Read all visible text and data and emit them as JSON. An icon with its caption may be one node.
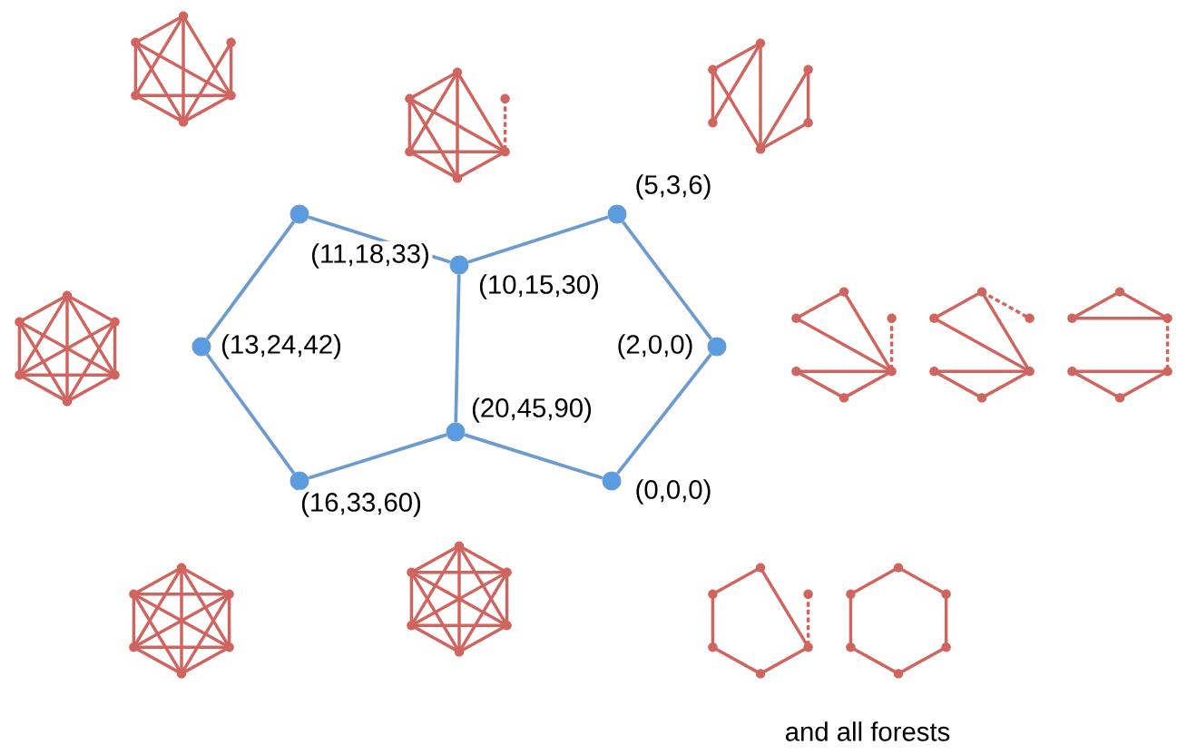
{
  "diagram": {
    "nodes": [
      {
        "text": [],
        "shape": "circle",
        "beside": [
          "(11,18,33)"
        ]
      },
      {
        "text": [],
        "shape": "circle",
        "beside": [
          "(10,15,30)"
        ]
      },
      {
        "text": [],
        "shape": "circle",
        "beside": [
          "(5,3,6)"
        ]
      },
      {
        "text": [],
        "shape": "circle",
        "beside": [
          "(13,24,42)"
        ]
      },
      {
        "text": [],
        "shape": "circle",
        "beside": [
          "(2,0,0)"
        ]
      },
      {
        "text": [],
        "shape": "circle",
        "beside": [
          "(20,45,90)"
        ]
      },
      {
        "text": [],
        "shape": "circle",
        "beside": [
          "(16,33,60)"
        ]
      },
      {
        "text": [],
        "shape": "circle",
        "beside": [
          "(0,0,0)"
        ]
      }
    ],
    "edges": [
      {
        "from": 0,
        "to": 1,
        "arrow": "none"
      },
      {
        "from": 1,
        "to": 2,
        "arrow": "none"
      },
      {
        "from": 2,
        "to": 4,
        "arrow": "none"
      },
      {
        "from": 4,
        "to": 7,
        "arrow": "none"
      },
      {
        "from": 7,
        "to": 5,
        "arrow": "none"
      },
      {
        "from": 5,
        "to": 6,
        "arrow": "none"
      },
      {
        "from": 6,
        "to": 3,
        "arrow": "none"
      },
      {
        "from": 3,
        "to": 0,
        "arrow": "none"
      },
      {
        "from": 1,
        "to": 5,
        "arrow": "none"
      }
    ],
    "labels": [
      "and all forests"
    ]
  }
}
